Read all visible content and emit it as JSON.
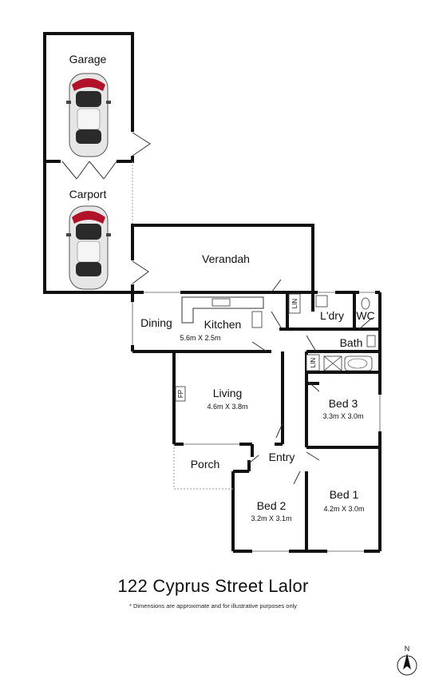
{
  "plan": {
    "title": "122 Cyprus Street  Lalor",
    "disclaimer": "* Dimensions are approximate and for illustrative purposes only",
    "compass_letter": "N"
  },
  "rooms": {
    "garage": "Garage",
    "carport": "Carport",
    "verandah": "Verandah",
    "dining": "Dining",
    "kitchen": "Kitchen",
    "kitchen_dim": "5.6m X 2.5m",
    "lin1": "LIN",
    "ldry": "L'dry",
    "wc": "WC",
    "bath": "Bath",
    "lin2": "LIN",
    "living": "Living",
    "living_dim": "4.6m X 3.8m",
    "fp": "FP",
    "bed3": "Bed 3",
    "bed3_dim": "3.3m X 3.0m",
    "porch": "Porch",
    "entry": "Entry",
    "bed2": "Bed 2",
    "bed2_dim": "3.2m X 3.1m",
    "bed1": "Bed 1",
    "bed1_dim": "4.2m X 3.0m"
  }
}
